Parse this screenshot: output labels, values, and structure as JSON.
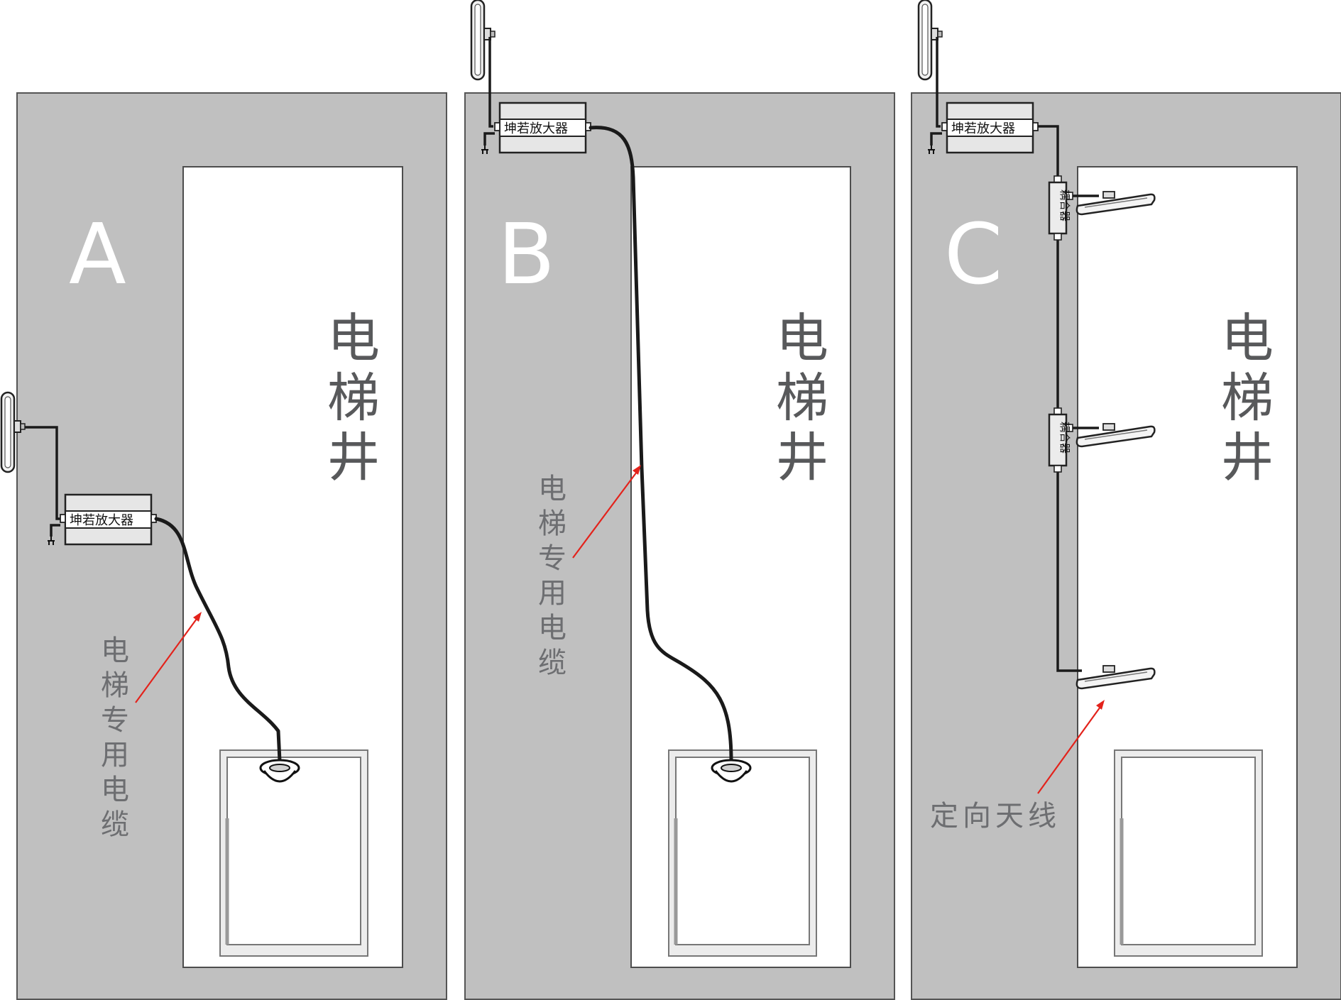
{
  "panels": [
    {
      "letter": "A",
      "shaft_label": [
        "电",
        "梯",
        "井"
      ],
      "amplifier_label": "坤若放大器",
      "callout": [
        "电",
        "梯",
        "专",
        "用",
        "电",
        "缆"
      ]
    },
    {
      "letter": "B",
      "shaft_label": [
        "电",
        "梯",
        "井"
      ],
      "amplifier_label": "坤若放大器",
      "callout": [
        "电",
        "梯",
        "专",
        "用",
        "电",
        "缆"
      ]
    },
    {
      "letter": "C",
      "shaft_label": [
        "电",
        "梯",
        "井"
      ],
      "amplifier_label": "坤若放大器",
      "coupler_label": "耦合器",
      "callout": "定向天线"
    }
  ],
  "colors": {
    "wall": "#c0c0c0",
    "shaft": "#ffffff",
    "cable": "#1a1a1a",
    "arrow": "#e3221b",
    "label_text": "#58595b"
  },
  "icons": [
    "outdoor-panel-antenna-icon",
    "ceiling-antenna-icon",
    "directional-antenna-icon",
    "power-plug-icon"
  ]
}
